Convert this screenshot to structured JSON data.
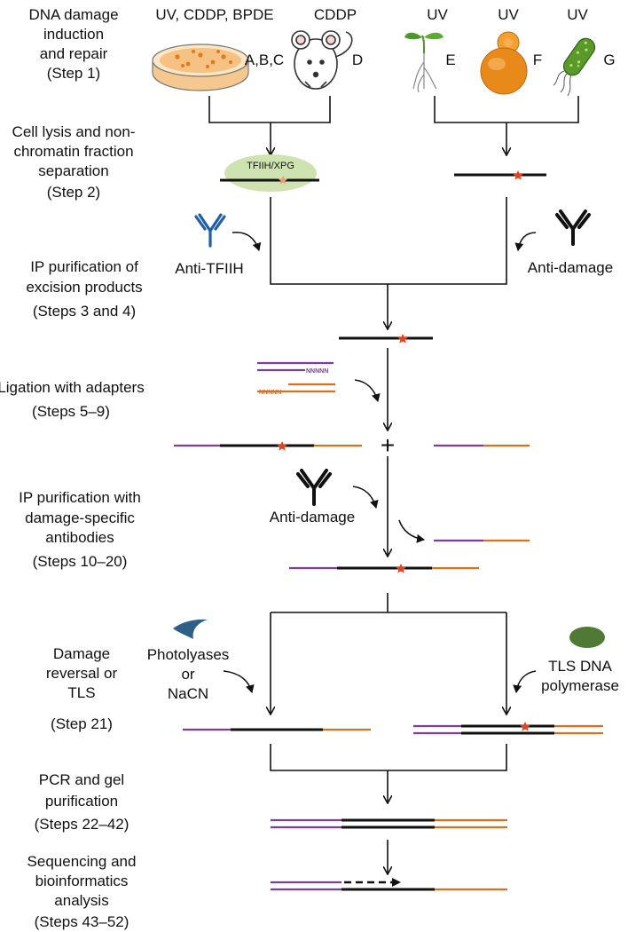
{
  "steps": {
    "s1": [
      "DNA damage",
      "induction",
      "and repair",
      "(Step 1)"
    ],
    "s2": [
      "Cell lysis and non-",
      "chromatin fraction",
      "separation",
      "(Step 2)"
    ],
    "s3": [
      "IP purification of",
      "excision products",
      "(Steps 3 and 4)"
    ],
    "s4": [
      "Ligation with adapters",
      "(Steps 5–9)"
    ],
    "s5": [
      "IP purification with",
      "damage-specific",
      "antibodies",
      "(Steps 10–20)"
    ],
    "s6": [
      "Damage",
      "reversal or",
      "TLS",
      "(Step 21)"
    ],
    "s7": [
      "PCR and gel",
      "purification",
      "(Steps 22–42)"
    ],
    "s8": [
      "Sequencing and",
      "bioinformatics",
      "analysis",
      "(Steps 43–52)"
    ]
  },
  "treatments": {
    "dish": "UV, CDDP, BPDE",
    "mouse": "CDDP",
    "plant": "UV",
    "yeast": "UV",
    "bacteria": "UV"
  },
  "organisms": {
    "dish": "A,B,C",
    "mouse": "D",
    "plant": "E",
    "yeast": "F",
    "bacteria": "G"
  },
  "labels": {
    "tfiih_xpg": "TFIIH/XPG",
    "anti_tfiih": "Anti-TFIIH",
    "anti_damage_1": "Anti-damage",
    "anti_damage_2": "Anti-damage",
    "nnnnn_top": "NNNNN",
    "nnnnn_bottom": "NNNNN",
    "plus": "+",
    "photolyases": [
      "Photolyases",
      "or",
      "NaCN"
    ],
    "tls": [
      "TLS DNA",
      "polymerase"
    ]
  },
  "colors": {
    "purple": "#7b3f98",
    "orange": "#d9711f",
    "black": "#111111",
    "lesion": "#e8401c",
    "tfiih_ellipse": "#cfe3b0",
    "antibody_blue": "#1f5fa8",
    "photolyase": "#2e5f86",
    "tls_polymerase": "#4e7a35",
    "yeast": "#e88a1a",
    "bacteria": "#5a9a2a",
    "dish_orange": "#f2a44c"
  }
}
